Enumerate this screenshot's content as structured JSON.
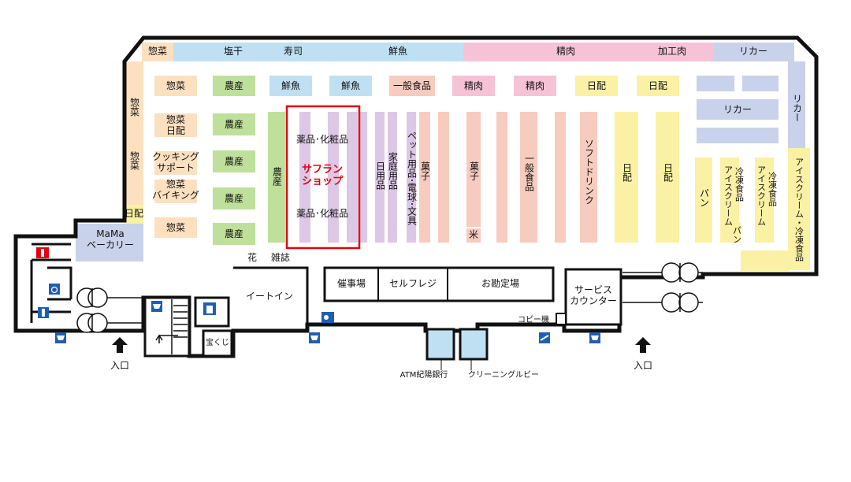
{
  "top_bar": {
    "sozai": "惣菜",
    "shioboshi": "塩干",
    "sushi": "寿司",
    "sengyo": "鮮魚",
    "seiniku": "精肉",
    "kakouniku": "加工肉",
    "liquor": "リカー"
  },
  "right_col": {
    "liquor": "リカー",
    "ice_frozen": "アイスクリーム・冷凍食品"
  },
  "left_col": {
    "sozai_1": "惣菜",
    "sozai_2": "惣菜",
    "nikki": "日配",
    "bakery_1": "MaMa",
    "bakery_2": "ベーカリー"
  },
  "row1": {
    "sozai": "惣菜",
    "nousan": "農産",
    "sengyo_1": "鮮魚",
    "sengyo_2": "鮮魚",
    "ippan": "一般食品",
    "seiniku_1": "精肉",
    "seiniku_2": "精肉",
    "nikki_1": "日配",
    "nikki_2": "日配"
  },
  "deli": {
    "sozai_nikki_1": "惣菜",
    "sozai_nikki_2": "日配",
    "cooking_1": "クッキング",
    "cooking_2": "サポート",
    "viking_1": "惣菜",
    "viking_2": "バイキング",
    "sozai": "惣菜"
  },
  "nousan": [
    "農産",
    "農産",
    "農産",
    "農産"
  ],
  "nousan_vertical": "農産",
  "saffron": {
    "cosme_1": "薬品･化粧品",
    "cosme_2": "薬品･化粧品",
    "shop_1": "サフラン",
    "shop_2": "ショップ"
  },
  "aisles": {
    "nichiyou": "日用品",
    "katei": "家庭用品",
    "pet": "ペット用品･電球･文具",
    "kashi_1": "菓子",
    "kashi_2": "菓子",
    "kome": "米",
    "ippan": "一般食品",
    "softdrink": "ソフトドリンク",
    "nikki_1": "日配",
    "nikki_2": "日配",
    "pan_1": "パン",
    "pan_2": "パン",
    "frozen_1a": "冷凍食品",
    "frozen_1b": "アイスクリーム",
    "frozen_2a": "冷凍食品",
    "frozen_2b": "アイスクリーム",
    "liquor_block": "リカー"
  },
  "front": {
    "hana": "花",
    "zasshi": "雑誌",
    "eat_in": "イートイン",
    "event": "催事場",
    "self_reg": "セルフレジ",
    "checkout": "お勘定場",
    "service_1": "サービス",
    "service_2": "カウンター",
    "copy": "コピー機",
    "takarakuji": "宝くじ",
    "atm": "ATM紀陽銀行",
    "cleaning": "クリーニングルビー",
    "entrance_left": "入口",
    "entrance_right": "入口"
  },
  "colors": {
    "top_blue": "#bfe0f2",
    "pink": "#f6c3d6",
    "yellow": "#fbf1a5",
    "peach": "#fce0c0",
    "green": "#bfe09a",
    "lavender": "#dcc8e6",
    "salmon": "#f8cbbf",
    "periwinkle": "#c8d2ea",
    "highlight_red": "#e60012",
    "icon_blue": "#1e5fb4"
  },
  "icons": [
    "restroom-icon",
    "wheelchair-icon",
    "cart-icon",
    "elevator-icon",
    "smoking-icon",
    "stairs-icon",
    "entrance-arrow-icon"
  ]
}
